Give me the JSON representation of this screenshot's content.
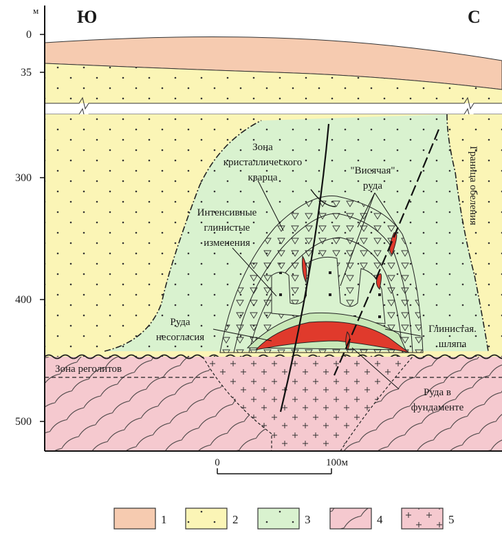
{
  "header": {
    "left_direction": "Ю",
    "right_direction": "С",
    "unit": "м"
  },
  "axis": {
    "ticks": [
      "0",
      "35",
      "300",
      "400",
      "500"
    ]
  },
  "labels": {
    "zone_quartz_1": "Зона",
    "zone_quartz_2": "кристаллического",
    "zone_quartz_3": "кварца",
    "hanging_ore_1": "\"Висячая\"",
    "hanging_ore_2": "руда",
    "clay_alt_1": "Интенсивные",
    "clay_alt_2": "глинистые",
    "clay_alt_3": "изменения",
    "bleach_boundary": "Граница обеления",
    "unconf_ore_1": "Руда",
    "unconf_ore_2": "несогласия",
    "clay_cap_1": "Глинистая.",
    "clay_cap_2": "шляпа",
    "regolith_zone": "Зона реголитов",
    "basement_ore_1": "Руда в",
    "basement_ore_2": "фундаменте"
  },
  "scale": {
    "start": "0",
    "end": "100м"
  },
  "legend": [
    {
      "num": "1",
      "color": "#f6cbb0"
    },
    {
      "num": "2",
      "color": "#fbf5b6"
    },
    {
      "num": "3",
      "color": "#d9f2cf"
    },
    {
      "num": "4",
      "color": "#f5c9cf"
    },
    {
      "num": "5",
      "color": "#f5c9cf"
    }
  ],
  "colors": {
    "ore": "#e03a2c",
    "soil": "#f6cbb0",
    "sandstone": "#fbf5b6",
    "alteration": "#d9f2cf",
    "basement": "#f5c9cf"
  }
}
